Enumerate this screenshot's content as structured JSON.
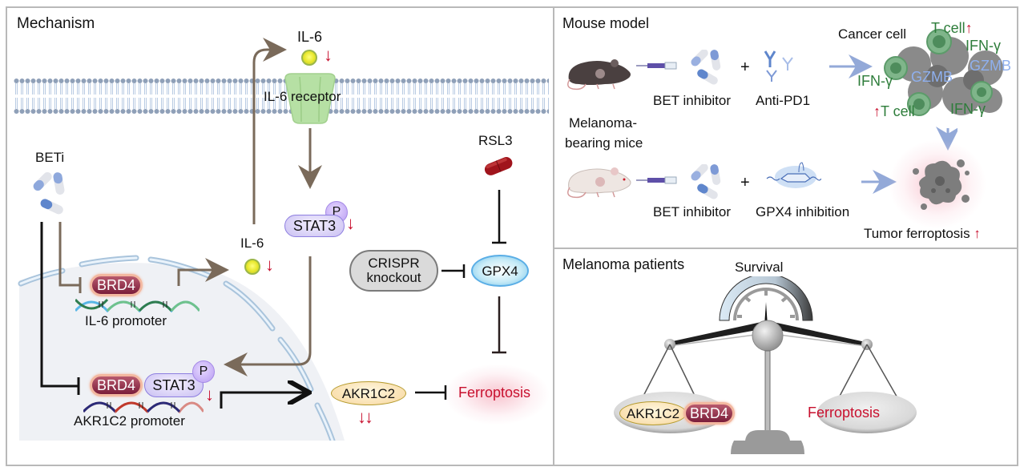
{
  "panels": {
    "mechanism": {
      "title": "Mechanism",
      "il6_top": "IL-6",
      "il6_receptor": "IL-6 receptor",
      "stat3_p": "STAT3",
      "phospho": "P",
      "il6_mid": "IL-6",
      "beti": "BETi",
      "brd4": "BRD4",
      "il6_promoter": "IL-6 promoter",
      "stat3": "STAT3",
      "akr1c2_promoter": "AKR1C2 promoter",
      "akr1c2": "AKR1C2",
      "ferroptosis": "Ferroptosis",
      "rsl3": "RSL3",
      "crispr": "CRISPR knockout",
      "gpx4": "GPX4",
      "down_arrow": "↓",
      "double_down_arrow": "↓↓"
    },
    "mouse_model": {
      "title": "Mouse model",
      "bet_inhibitor_1": "BET inhibitor",
      "anti_pd1": "Anti-PD1",
      "plus": "+",
      "mice": "Melanoma-\nbearing mice",
      "mice_line1": "Melanoma-",
      "mice_line2": "bearing mice",
      "bet_inhibitor_2": "BET inhibitor",
      "gpx4_inhibition": "GPX4 inhibition",
      "cancer_cell": "Cancer cell",
      "t_cell": "T cell",
      "ifn_gamma": "IFN-γ",
      "gzmb": "GZMB",
      "up_arrow": "↑",
      "tumor_ferroptosis": "Tumor ferroptosis"
    },
    "patients": {
      "title": "Melanoma patients",
      "survival": "Survival",
      "left_pan_a": "AKR1C2",
      "left_pan_b": "BRD4",
      "right_pan": "Ferroptosis"
    }
  },
  "colors": {
    "inhibit_red": "#c8102e",
    "arrow_brown": "#7a6a5a",
    "t_cell_green": "#2e7d3b",
    "gzmb_blue": "#8fb0ee",
    "panel_border": "#b9b9b9"
  }
}
